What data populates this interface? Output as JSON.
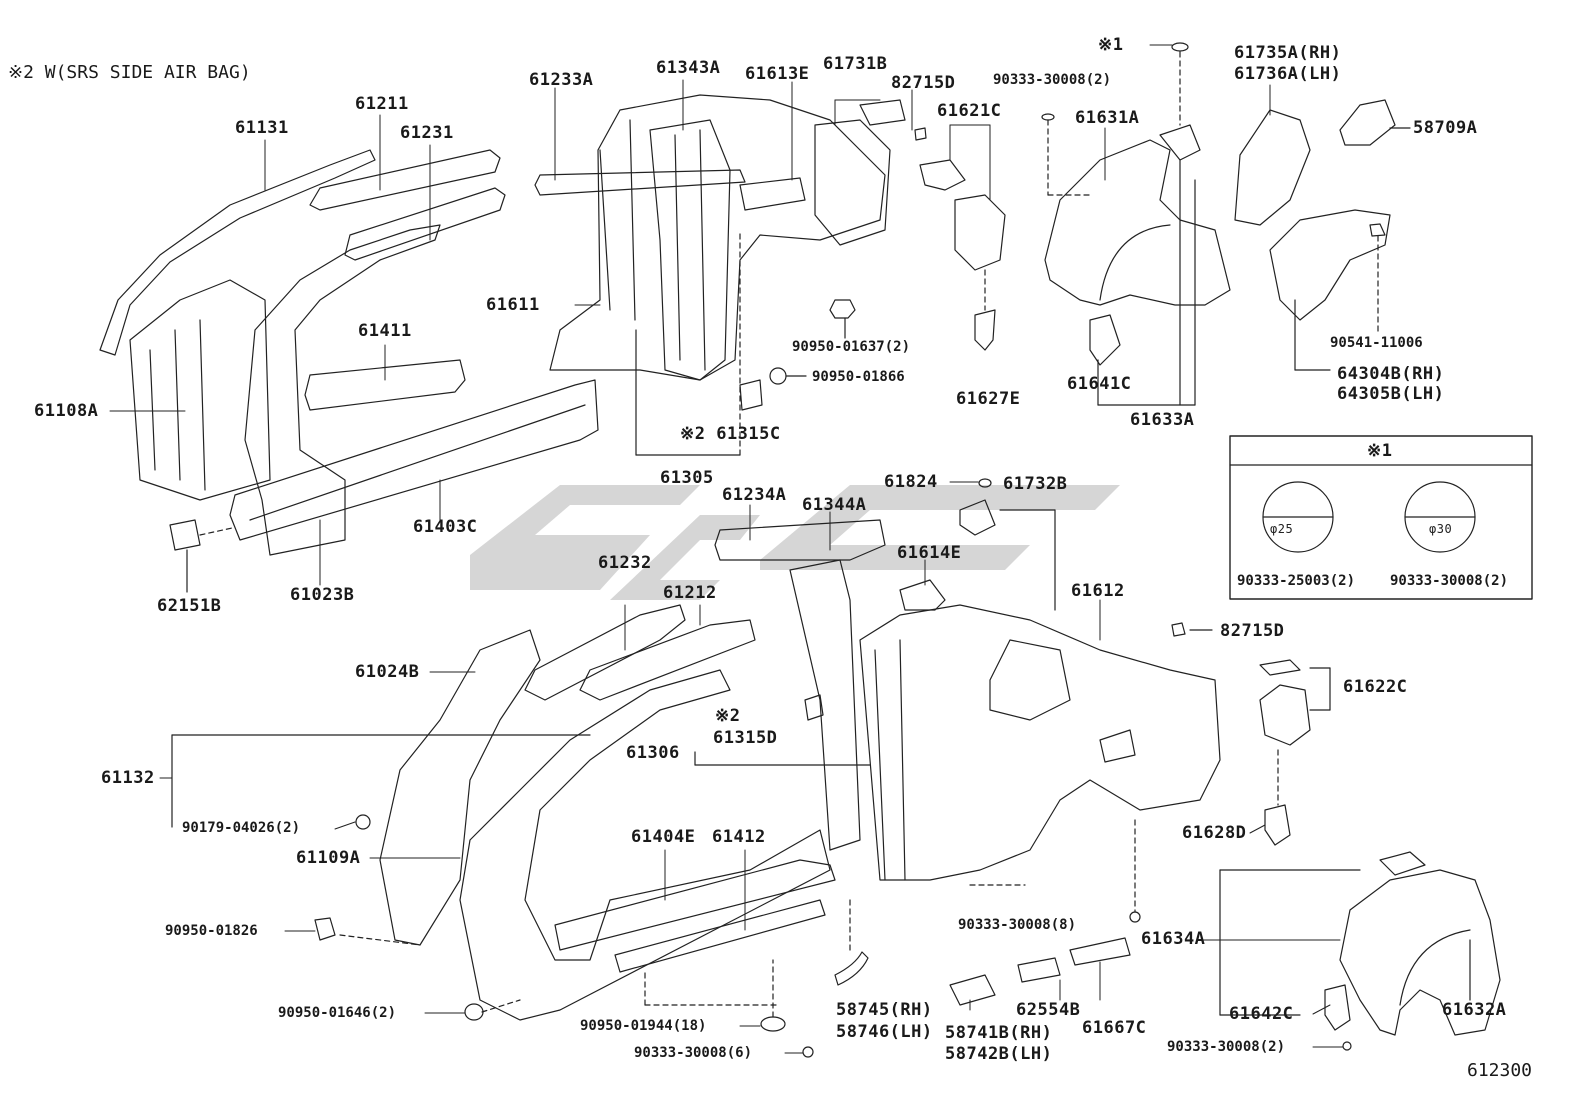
{
  "note_title": "※2 W(SRS SIDE AIR BAG)",
  "diagram_id": "612300",
  "legend": {
    "header": "※1",
    "items": [
      {
        "diameter": "φ25",
        "part": "90333-25003(2)"
      },
      {
        "diameter": "φ30",
        "part": "90333-30008(2)"
      }
    ]
  },
  "parts": {
    "p61131": "61131",
    "p61211": "61211",
    "p61231": "61231",
    "p61411": "61411",
    "p61108A": "61108A",
    "p61403C": "61403C",
    "p61023B": "61023B",
    "p62151B": "62151B",
    "p61233A": "61233A",
    "p61343A": "61343A",
    "p61613E": "61613E",
    "p61731B": "61731B",
    "p82715D_top": "82715D",
    "p61611": "61611",
    "p61305": "61305",
    "p61315C": "※2 61315C",
    "p90950_01637": "90950-01637(2)",
    "p90950_01866": "90950-01866",
    "p90333_30008_top": "90333-30008(2)",
    "p61621C": "61621C",
    "p61627E": "61627E",
    "star1_top": "※1",
    "p61631A": "61631A",
    "p61641C": "61641C",
    "p61633A": "61633A",
    "p61735A": "61735A(RH)",
    "p61736A": "61736A(LH)",
    "p58709A": "58709A",
    "p90541_11006": "90541-11006",
    "p64304B": "64304B(RH)",
    "p64305B": "64305B(LH)",
    "p61234A": "61234A",
    "p61344A": "61344A",
    "p61824": "61824",
    "p61732B": "61732B",
    "p61614E": "61614E",
    "p61232": "61232",
    "p61212": "61212",
    "p61612": "61612",
    "p61024B": "61024B",
    "p82715D_bot": "82715D",
    "p61622C": "61622C",
    "p61132": "61132",
    "p61315D_star": "※2",
    "p61315D": "61315D",
    "p61306": "61306",
    "p90179_04026": "90179-04026(2)",
    "p61109A": "61109A",
    "p61404E": "61404E",
    "p61412": "61412",
    "p61628D": "61628D",
    "p90950_01826": "90950-01826",
    "p90333_30008_8": "90333-30008(8)",
    "p61634A": "61634A",
    "p58745": "58745(RH)",
    "p58746": "58746(LH)",
    "p62554B": "62554B",
    "p58741B": "58741B(RH)",
    "p58742B": "58742B(LH)",
    "p61667C": "61667C",
    "p90950_01646": "90950-01646(2)",
    "p90950_01944": "90950-01944(18)",
    "p90333_30008_6": "90333-30008(6)",
    "p61642C": "61642C",
    "p61632A": "61632A",
    "p90333_30008_bot": "90333-30008(2)"
  }
}
